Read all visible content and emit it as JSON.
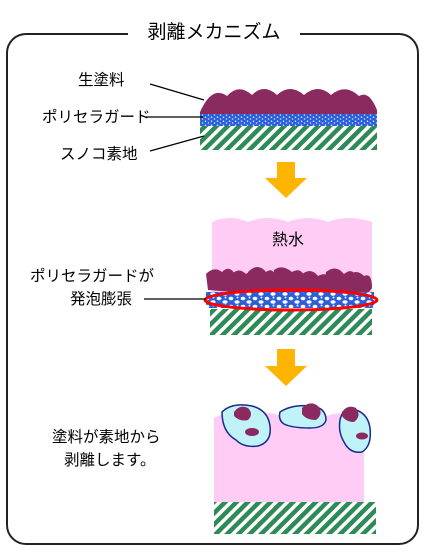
{
  "title": "剥離メカニズム",
  "labels": {
    "paint": "生塗料",
    "guard": "ポリセラガード",
    "base": "スノコ素地",
    "hot_water": "熱水",
    "expand_line1": "ポリセラガードが",
    "expand_line2": "発泡膨張",
    "result_line1": "塗料が素地から",
    "result_line2": "剥離します。"
  },
  "colors": {
    "paint": "#8b2a5e",
    "guard": "#2b5fd9",
    "base_stripe": "#2e8b57",
    "hot_water": "#ffccf5",
    "arrow": "#ffb400",
    "bubble": "#bff3f8",
    "highlight": "#ff0000"
  }
}
